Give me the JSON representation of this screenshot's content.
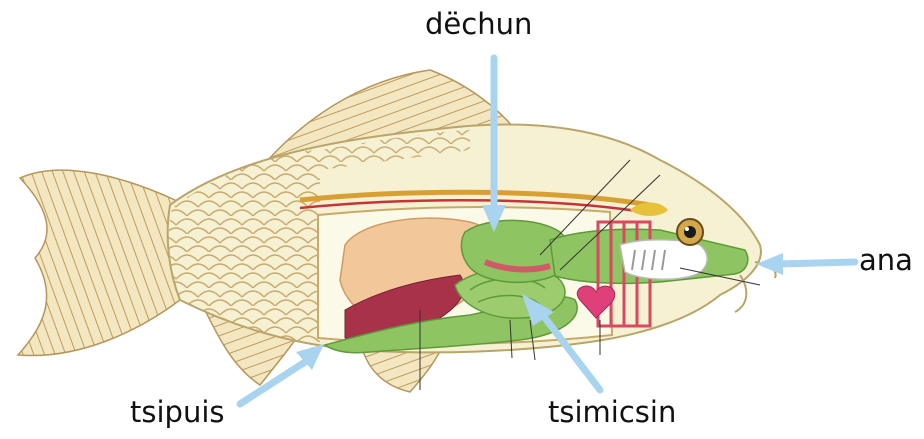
{
  "labels": {
    "top": "dëchun",
    "right": "ana",
    "bottom_left": "tsipuis",
    "bottom_right": "tsimicsin"
  },
  "colors": {
    "pointer": "#a9d4ef",
    "body": "#f4f0cf",
    "scale": "#c9a96a",
    "stomach": "#8fc462",
    "liver": "#f2c89a",
    "kidney": "#a8324a",
    "heart": "#e0407a",
    "gill": "#d94860"
  },
  "icons": [
    "fish-anatomy-illustration",
    "eye-icon",
    "heart-icon"
  ]
}
